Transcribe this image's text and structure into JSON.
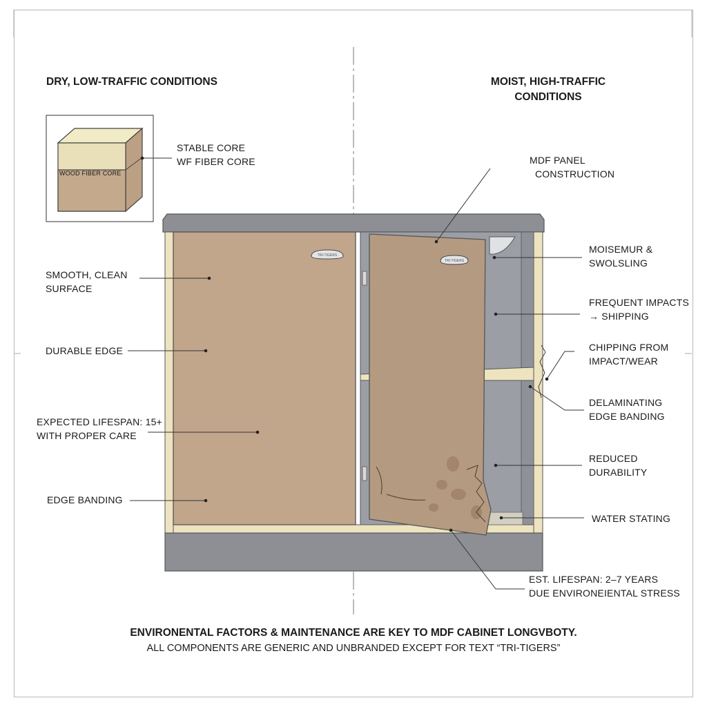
{
  "left_heading": "DRY, LOW-TRAFFIC CONDITIONS",
  "right_heading": [
    "MOIST, HIGH-TRAFFIC",
    "CONDITIONS"
  ],
  "core_block_text": "WOOD FIBER CORE",
  "core_label": [
    "STABLE CORE",
    "WF FIBER CORE"
  ],
  "left_labels": {
    "surface": [
      "SMOOTH, CLEAN",
      "SURFACE"
    ],
    "edge": [
      "DURABLE EDGE"
    ],
    "lifespan": [
      "EXPECTED LIFESPAN: 15+",
      "WITH PROPER CARE"
    ],
    "banding": [
      "EDGE BANDING"
    ]
  },
  "right_labels": {
    "construction": [
      "MDF PANEL",
      "CONSTRUCTION"
    ],
    "moisture": [
      "MOISEMUR &",
      "SWOLSLING"
    ],
    "impacts": [
      "FREQUENT IMPACTS",
      "→ SHIPPING"
    ],
    "chipping": [
      "CHIPPING FROM",
      "IMPACT/WEAR"
    ],
    "delaminating": [
      "DELAMINATING",
      "EDGE BANDING"
    ],
    "durability": [
      "REDUCED",
      "DURABILITY"
    ],
    "staining": [
      "WATER STATING"
    ],
    "lifespan": [
      "EST. LIFESPAN: 2–7 YEARS",
      "DUE ENVIRONEIENTAL STRESS"
    ]
  },
  "handle_text": "TRI-TIGERS",
  "footer": {
    "line1": "ENVIRONENTAL FACTORS & MAINTENANCE ARE KEY TO MDF CABINET LONGVBOTY.",
    "line2": "ALL COMPONENTS ARE GENERIC AND UNBRANDED EXCEPT FOR TEXT “TRI-TIGERS”"
  },
  "colors": {
    "mdf_panel": "#c1a68b",
    "mdf_panel_damaged": "#b49a80",
    "cabinet_gray": "#8d8f95",
    "interior_gray": "#9c9ea6",
    "edge_band": "#ede3bf",
    "core_top": "#f1ebc6",
    "core_side": "#bca083"
  }
}
